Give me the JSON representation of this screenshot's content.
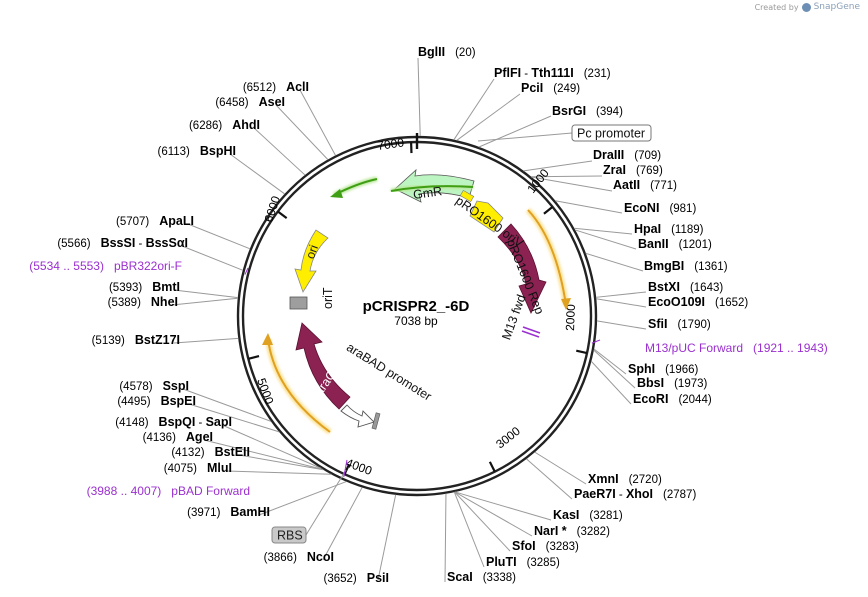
{
  "credit": {
    "prefix": "Created by",
    "brand": "SnapGene"
  },
  "plasmid": {
    "name": "pCRISPR2_-6D",
    "size_label": "7038 bp",
    "length": 7038
  },
  "ticks": [
    "1000",
    "2000",
    "3000",
    "4000",
    "5000",
    "6000",
    "7000"
  ],
  "enzymes": [
    {
      "name": "BglII",
      "pos": "(20)"
    },
    {
      "name": "PflFI",
      "sep": " - ",
      "name2": "Tth111I",
      "pos": "(231)"
    },
    {
      "name": "PciI",
      "pos": "(249)"
    },
    {
      "name": "BsrGI",
      "pos": "(394)"
    },
    {
      "name": "DraIII",
      "pos": "(709)"
    },
    {
      "name": "ZraI",
      "pos": "(769)"
    },
    {
      "name": "AatII",
      "pos": "(771)"
    },
    {
      "name": "EcoNI",
      "pos": "(981)"
    },
    {
      "name": "HpaI",
      "pos": "(1189)"
    },
    {
      "name": "BanII",
      "pos": "(1201)"
    },
    {
      "name": "BmgBI",
      "pos": "(1361)"
    },
    {
      "name": "BstXI",
      "pos": "(1643)"
    },
    {
      "name": "EcoO109I",
      "pos": "(1652)"
    },
    {
      "name": "SfiI",
      "pos": "(1790)"
    },
    {
      "name": "SphI",
      "pos": "(1966)"
    },
    {
      "name": "BbsI",
      "pos": "(1973)"
    },
    {
      "name": "EcoRI",
      "pos": "(2044)"
    },
    {
      "name": "XmnI",
      "pos": "(2720)"
    },
    {
      "name": "PaeR7I",
      "sep": " - ",
      "name2": "XhoI",
      "pos": "(2787)"
    },
    {
      "name": "KasI",
      "pos": "(3281)"
    },
    {
      "name": "NarI *",
      "pos": "(3282)"
    },
    {
      "name": "SfoI",
      "pos": "(3283)"
    },
    {
      "name": "PluTI",
      "pos": "(3285)"
    },
    {
      "name": "ScaI",
      "pos": "(3338)"
    },
    {
      "name": "PsiI",
      "pos": "(3652)"
    },
    {
      "name": "NcoI",
      "pos": "(3866)"
    },
    {
      "name": "BamHI",
      "pos": "(3971)"
    },
    {
      "name": "MluI",
      "pos": "(4075)"
    },
    {
      "name": "BstEII",
      "pos": "(4132)"
    },
    {
      "name": "AgeI",
      "pos": "(4136)"
    },
    {
      "name": "BspQI",
      "sep": " - ",
      "name2": "SapI",
      "pos": "(4148)"
    },
    {
      "name": "BspEI",
      "pos": "(4495)"
    },
    {
      "name": "SspI",
      "pos": "(4578)"
    },
    {
      "name": "BstZ17I",
      "pos": "(5139)"
    },
    {
      "name": "NheI",
      "pos": "(5389)"
    },
    {
      "name": "BmtI",
      "pos": "(5393)"
    },
    {
      "name": "BssSI",
      "sep": " - ",
      "name2": "BssSαI",
      "pos": "(5566)"
    },
    {
      "name": "ApaLI",
      "pos": "(5707)"
    },
    {
      "name": "BspHI",
      "pos": "(6113)"
    },
    {
      "name": "AhdI",
      "pos": "(6286)"
    },
    {
      "name": "AseI",
      "pos": "(6458)"
    },
    {
      "name": "AclI",
      "pos": "(6512)"
    }
  ],
  "primers": [
    {
      "range": "(1921 .. 1943)",
      "name": "M13/pUC Forward"
    },
    {
      "range": "(3988 .. 4007)",
      "name": "pBAD Forward"
    },
    {
      "range": "(5534 .. 5553)",
      "name": "pBR322ori-F"
    }
  ],
  "features": {
    "pc_promoter": "Pc promoter",
    "rbs": "RBS",
    "gmr": "GmR",
    "ori": "ori",
    "arac": "araC",
    "arabad": "araBAD promoter",
    "orit": "oriT",
    "pro1600_oriv": "pRO1600 oriV",
    "pro1600_rep": "pRO1600 Rep",
    "m13fwd": "M13 fwd"
  },
  "colors": {
    "backbone": "#222222",
    "gmr": "#bdf5c2",
    "ori": "#ffee00",
    "rep": "#8b2252",
    "arac": "#8b2252",
    "arrow_green": "#3f9f14",
    "arrow_orange": "#e0a020",
    "primer": "#9b30d0"
  }
}
